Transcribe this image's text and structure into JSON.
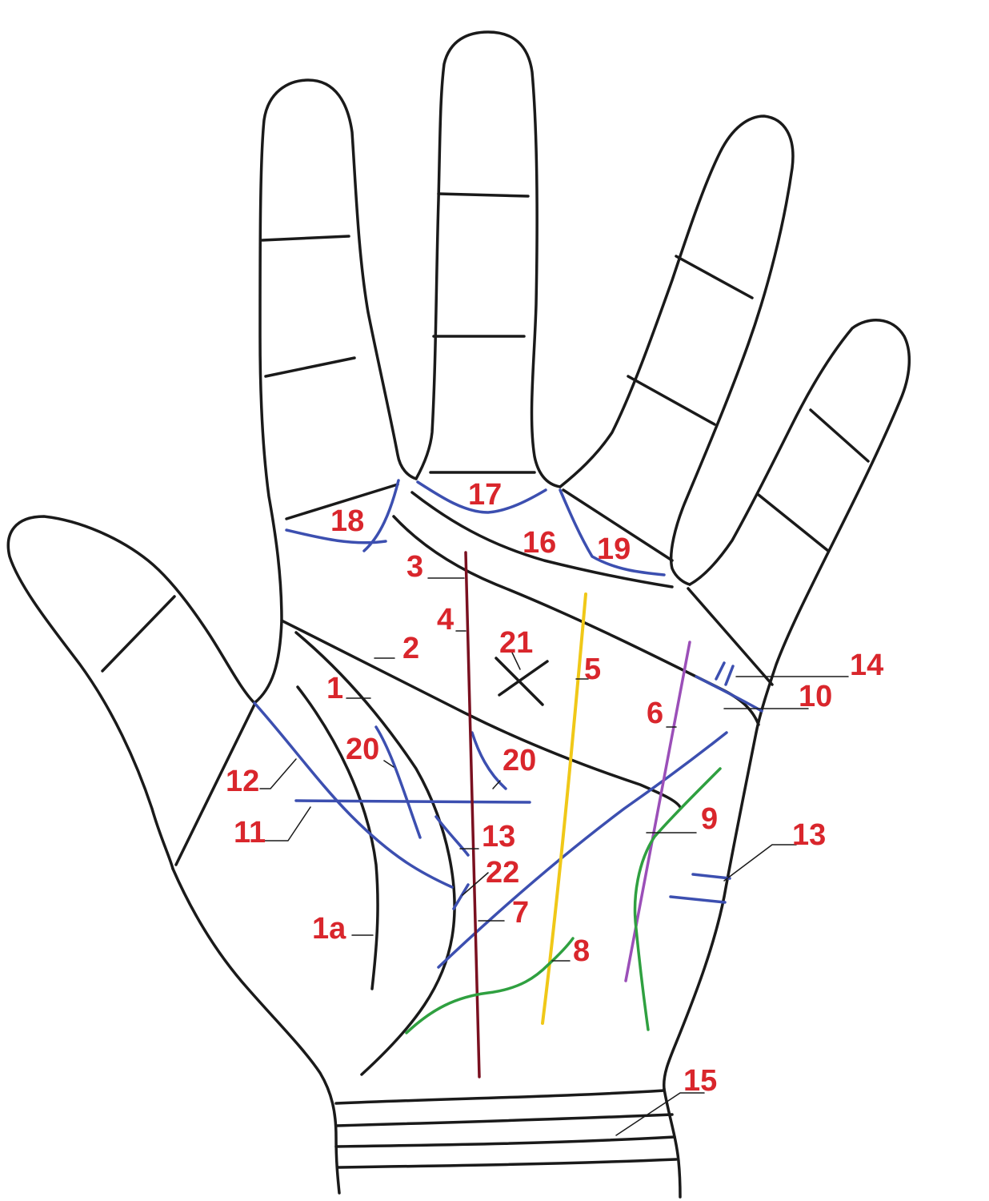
{
  "diagram": {
    "colors": {
      "outline": "#1a1a1a",
      "label": "#d9262c",
      "blue": "#3c4fb0",
      "maroon": "#7a1020",
      "yellow": "#f0c818",
      "purple": "#9b4fb8",
      "green": "#2fa040"
    },
    "labels": {
      "l1": "1",
      "l1a": "1a",
      "l2": "2",
      "l3": "3",
      "l4": "4",
      "l5": "5",
      "l6": "6",
      "l7": "7",
      "l8": "8",
      "l9": "9",
      "l10": "10",
      "l11": "11",
      "l12": "12",
      "l13_left": "13",
      "l13_right": "13",
      "l14": "14",
      "l15": "15",
      "l16": "16",
      "l17": "17",
      "l18": "18",
      "l19": "19",
      "l20_left": "20",
      "l20_right": "20",
      "l21": "21",
      "l22": "22"
    }
  }
}
